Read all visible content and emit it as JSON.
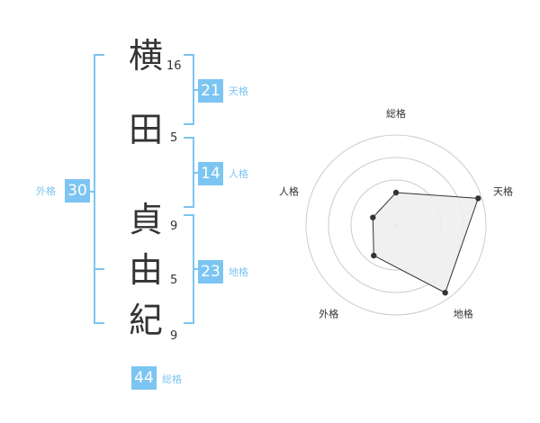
{
  "name": {
    "chars": [
      {
        "char": "横",
        "strokes": "16"
      },
      {
        "char": "田",
        "strokes": "5"
      },
      {
        "char": "貞",
        "strokes": "9"
      },
      {
        "char": "由",
        "strokes": "5"
      },
      {
        "char": "紀",
        "strokes": "9"
      }
    ]
  },
  "kakusu": {
    "tenkaku": {
      "value": "21",
      "label": "天格"
    },
    "jinkaku": {
      "value": "14",
      "label": "人格"
    },
    "chikaku": {
      "value": "23",
      "label": "地格"
    },
    "gaikaku": {
      "value": "30",
      "label": "外格"
    },
    "soukaku": {
      "value": "44",
      "label": "総格"
    }
  },
  "colors": {
    "accent": "#7cc5f2",
    "text": "#333333",
    "grid": "#cccccc",
    "fill": "#eeeeee"
  },
  "chart_data": {
    "type": "radar",
    "axes": [
      "総格",
      "天格",
      "地格",
      "外格",
      "人格"
    ],
    "values": [
      0.36,
      0.96,
      0.93,
      0.42,
      0.27
    ],
    "rmax": 1,
    "rings": 4
  }
}
